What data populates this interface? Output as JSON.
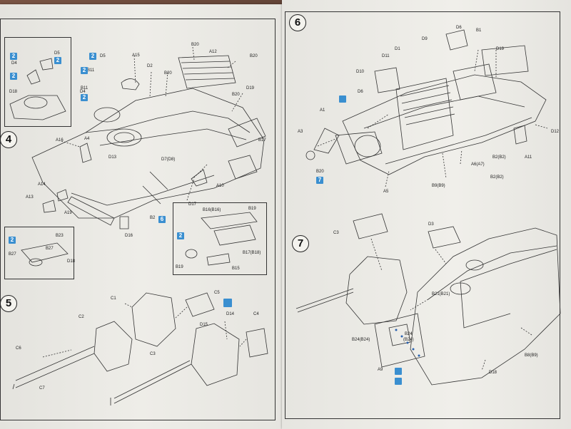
{
  "steps": {
    "s4": {
      "number": "4"
    },
    "s5": {
      "number": "5"
    },
    "s6": {
      "number": "6"
    },
    "s7": {
      "number": "7"
    }
  },
  "step4_labels": {
    "B20a": "B20",
    "A12": "A12",
    "B20b": "B20",
    "A15": "A15",
    "D5": "D5",
    "B11": "B11",
    "D2": "D2",
    "B20c": "B20",
    "B20d": "B20",
    "D19": "D19",
    "A4": "A4",
    "A16": "A16",
    "D13": "D13",
    "D7": "D7(D8)",
    "B17": "B17",
    "A14": "A14",
    "A13": "A13",
    "A10": "A10",
    "D17": "D17",
    "A19": "A19",
    "D16": "D16",
    "B2": "B2",
    "B16": "B16(B16)",
    "B19a": "B19",
    "B17b": "B17(B18)",
    "B19b": "B19",
    "B15": "B15",
    "D4": "D4",
    "D5b": "D5",
    "D18": "D18",
    "D4b": "D4",
    "B11b": "B11",
    "inset_B23": "B23",
    "inset_B27a": "B27",
    "inset_B27b": "B27",
    "inset_D18": "D18"
  },
  "step5_labels": {
    "C1": "C1",
    "C5": "C5",
    "C2": "C2",
    "D14": "D14",
    "C4": "C4",
    "D15": "D15",
    "C6": "C6",
    "C3": "C3",
    "C7": "C7"
  },
  "step6_labels": {
    "D6": "D6",
    "B1": "B1",
    "D9": "D9",
    "D1": "D1",
    "D19": "D19",
    "D11": "D11",
    "D10": "D10",
    "D6b": "D6",
    "A1": "A1",
    "A3": "A3",
    "A11": "A11",
    "D12": "D12",
    "B2": "B2(B2)",
    "A6": "A6(A7)",
    "B2b": "B2(B2)",
    "B20": "B20",
    "B9": "B9(B9)",
    "A5": "A5"
  },
  "step7_labels": {
    "C3": "C3",
    "D3": "D3",
    "B21": "B21(B21)",
    "B24a": "B24(B24)",
    "B24b": "B24",
    "B24c": "(B24)",
    "A9": "A9",
    "B8": "B8(B9)",
    "D18": "D18"
  },
  "badges": {
    "b1": "2",
    "b2": "2",
    "b3": "2",
    "b4": "2",
    "b5": "2",
    "b6": "2",
    "b7": "6",
    "b8": "2",
    "b9": "7",
    "b10": "2"
  },
  "colors": {
    "accent_blue": "#3a8fd0",
    "ink": "#222222",
    "paper": "#eeede8"
  }
}
